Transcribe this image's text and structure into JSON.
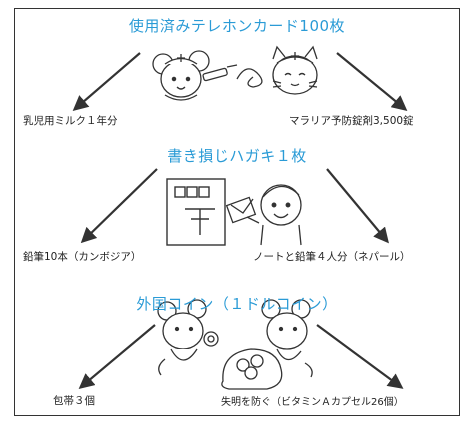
{
  "sections": [
    {
      "heading": "使用済みテレホンカード100枚",
      "left_label": "乳児用ミルク１年分",
      "right_label": "マラリア予防錠剤3,500錠"
    },
    {
      "heading": "書き損じハガキ１枚",
      "left_label": "鉛筆10本（カンボジア）",
      "right_label": "ノートと鉛筆４人分（ネパール）"
    },
    {
      "heading": "外国コイン（１ドルコイン）",
      "left_label": "包帯３個",
      "right_label": "失明を防ぐ（ビタミンＡカプセル26個）"
    }
  ],
  "colors": {
    "heading": "#2a9bd6",
    "line": "#333333"
  },
  "icons": [
    "nurse-mouse-icon",
    "nurse-cat-icon",
    "postcard-icon",
    "child-holding-card-icon",
    "mouse-with-coin-icon",
    "coin-bag-icon"
  ]
}
